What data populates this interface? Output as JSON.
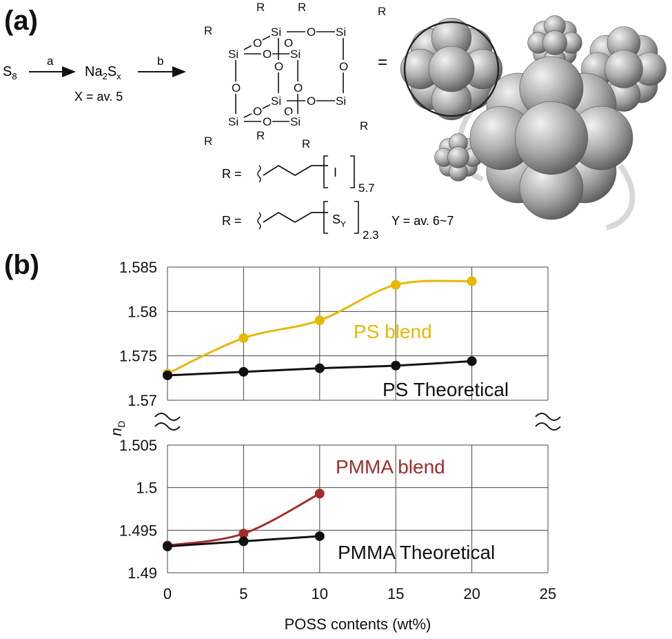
{
  "panels": {
    "a": "(a)",
    "b": "(b)"
  },
  "scheme": {
    "reactant_main": "S",
    "reactant_sub": "8",
    "step_a": "a",
    "step_b": "b",
    "intermediate": {
      "na": "Na",
      "two": "2",
      "s": "S",
      "x": "x"
    },
    "x_note": "X = av. 5",
    "cage_R": "R",
    "cage_Si": "Si",
    "cage_O": "O",
    "equals": "=",
    "r_def_1": {
      "prefix": "R =",
      "end": "I",
      "sub": "5.7"
    },
    "r_def_2": {
      "prefix": "R =",
      "end": "S",
      "end_sub": "Y",
      "sub": "2.3",
      "note": "Y = av. 6~7"
    }
  },
  "chart_data": {
    "type": "line",
    "xlabel": "POSS contents (wt%)",
    "ylabel": "n",
    "ylabel_sub": "D",
    "x_ticks": [
      "0",
      "5",
      "10",
      "15",
      "20",
      "25"
    ],
    "x_range": [
      0,
      25
    ],
    "axis_break": true,
    "upper_segment": {
      "range": [
        1.57,
        1.585
      ],
      "ticks": [
        "1.585",
        "1.58",
        "1.575",
        "1.57"
      ]
    },
    "lower_segment": {
      "range": [
        1.49,
        1.505
      ],
      "ticks": [
        "1.505",
        "1.5",
        "1.495",
        "1.49"
      ]
    },
    "grid": true,
    "series": [
      {
        "name": "PS blend",
        "color": "#e6b800",
        "segment": "upper",
        "x": [
          0,
          5,
          10,
          15,
          20
        ],
        "y": [
          1.573,
          1.577,
          1.579,
          1.583,
          1.5834
        ]
      },
      {
        "name": "PS Theoretical",
        "color": "#111111",
        "segment": "upper",
        "x": [
          0,
          5,
          10,
          15,
          20
        ],
        "y": [
          1.5728,
          1.5732,
          1.5736,
          1.5739,
          1.5744
        ]
      },
      {
        "name": "PMMA blend",
        "color": "#a52a2a",
        "segment": "lower",
        "x": [
          0,
          5,
          10
        ],
        "y": [
          1.4932,
          1.4946,
          1.4993
        ]
      },
      {
        "name": "PMMA Theoretical",
        "color": "#111111",
        "segment": "lower",
        "x": [
          0,
          5,
          10
        ],
        "y": [
          1.4931,
          1.4937,
          1.4943
        ]
      }
    ]
  }
}
